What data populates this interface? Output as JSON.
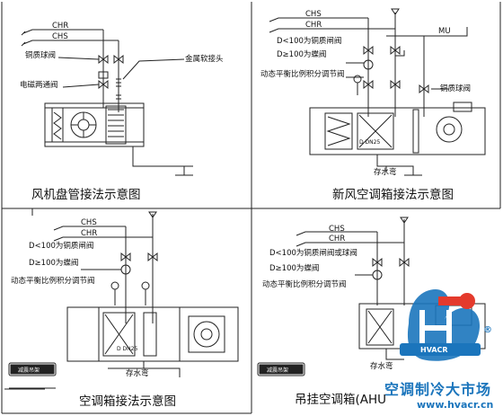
{
  "panels": [
    {
      "caption": "风机盘管接法示意图",
      "pipes": [
        "CHR",
        "CHS"
      ],
      "labels": [
        "铜质球阀",
        "电磁两通阀",
        "金属软接头"
      ]
    },
    {
      "caption": "新风空调箱接法示意图",
      "pipes": [
        "CHS",
        "CHR",
        "MU"
      ],
      "labels": [
        "D<100为铜质闸阀",
        "D≥100为蝶阀",
        "动态平衡比例积分调节阀",
        "铜质球阀",
        "存水弯"
      ],
      "box_labels": [
        "D DN25"
      ]
    },
    {
      "caption": "空调箱接法示意图",
      "pipes": [
        "CHS",
        "CHR"
      ],
      "labels": [
        "D<100为铜质闸阀",
        "D≥100为蝶阀",
        "动态平衡比例积分调节阀",
        "存水弯"
      ],
      "box_labels": [
        "D DN25"
      ],
      "plate": "减震吊架"
    },
    {
      "caption": "吊挂空调箱(AHU",
      "pipes": [
        "CHS",
        "CHR"
      ],
      "labels": [
        "D<100为铜质闸阀或球阀",
        "D≥100为蝶阀",
        "动态平衡比例积分调节阀",
        "存水弯"
      ],
      "plate": "减震吊架"
    }
  ],
  "watermark": {
    "brand": "HVACR",
    "registered": "®",
    "title": "空调制冷大市场",
    "url": "www.hvacr.cn"
  }
}
